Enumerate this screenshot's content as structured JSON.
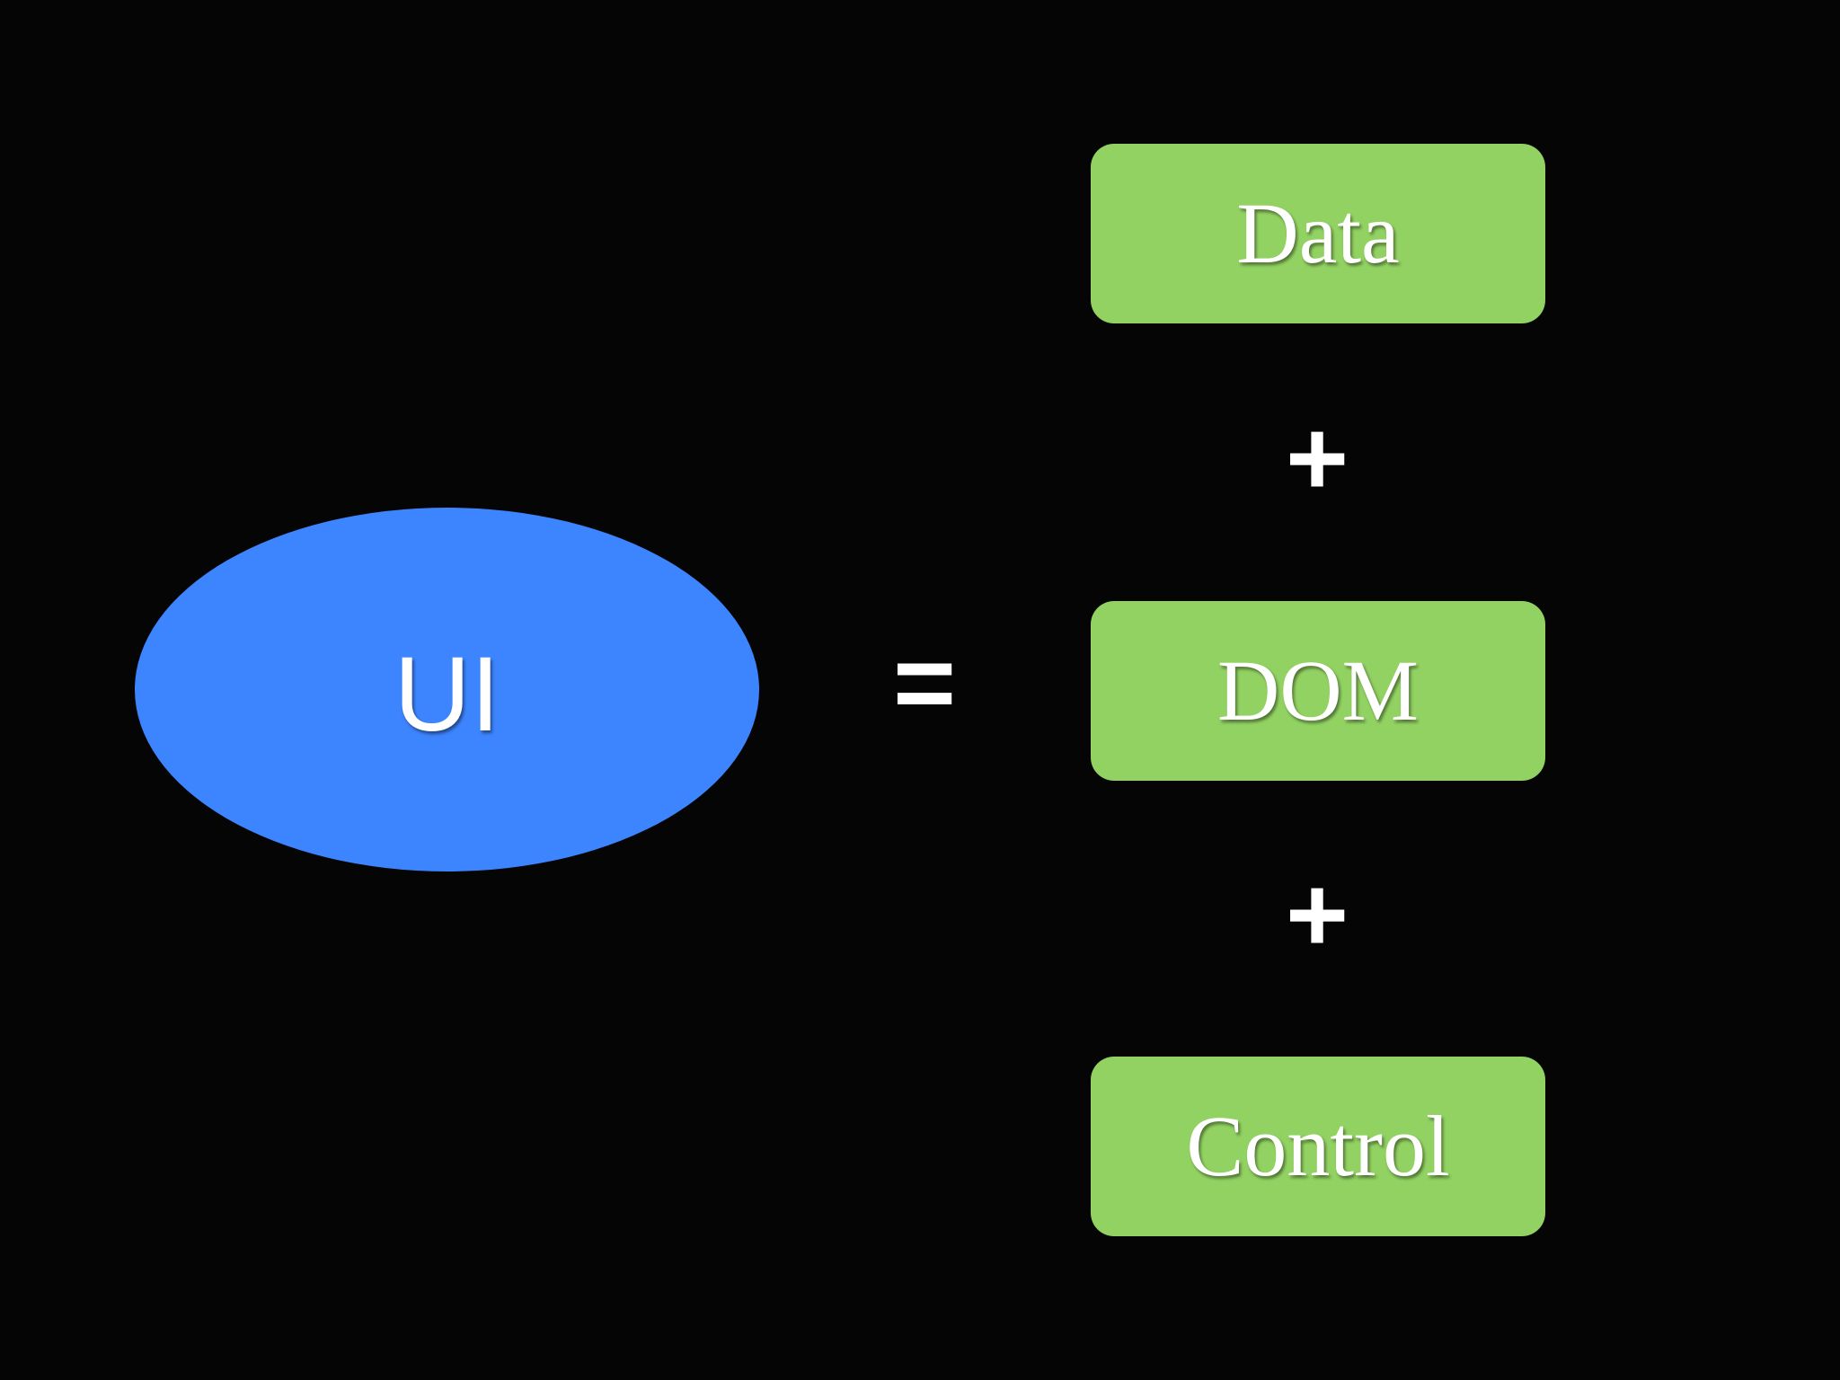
{
  "diagram": {
    "left": {
      "label": "UI",
      "color": "#3d84ff"
    },
    "equals_sign": "=",
    "plus_sign": "+",
    "components": [
      {
        "label": "Data",
        "color": "#92d262"
      },
      {
        "label": "DOM",
        "color": "#92d262"
      },
      {
        "label": "Control",
        "color": "#92d262"
      }
    ]
  }
}
